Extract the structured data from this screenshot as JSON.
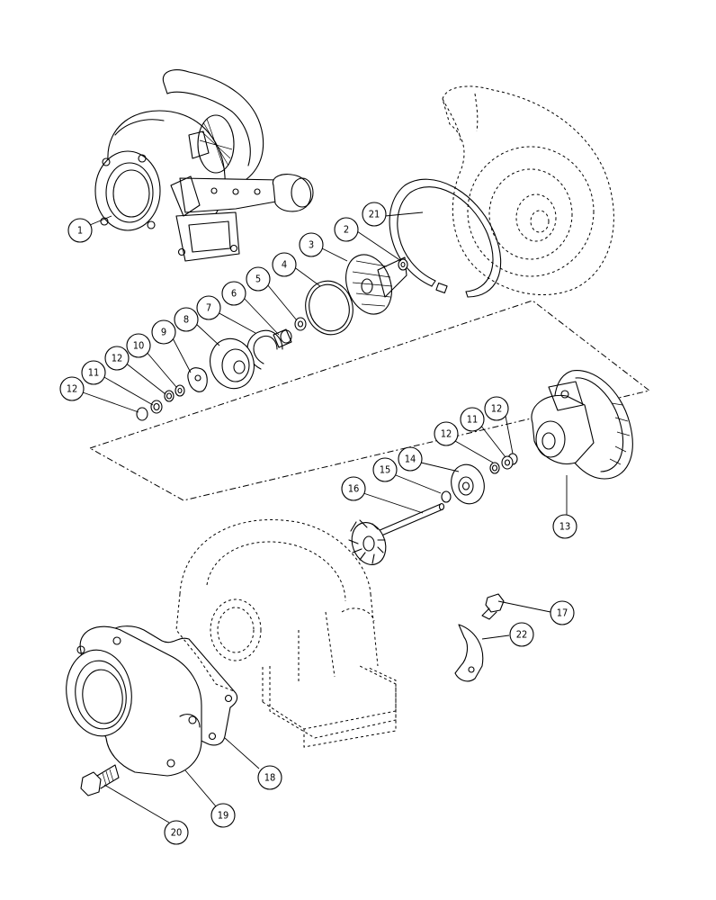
{
  "callouts": [
    {
      "id": "c1",
      "label": "1"
    },
    {
      "id": "c2",
      "label": "2"
    },
    {
      "id": "c3",
      "label": "3"
    },
    {
      "id": "c4",
      "label": "4"
    },
    {
      "id": "c5",
      "label": "5"
    },
    {
      "id": "c6",
      "label": "6"
    },
    {
      "id": "c7",
      "label": "7"
    },
    {
      "id": "c8",
      "label": "8"
    },
    {
      "id": "c9",
      "label": "9"
    },
    {
      "id": "c10",
      "label": "10"
    },
    {
      "id": "c11a",
      "label": "11"
    },
    {
      "id": "c12a",
      "label": "12"
    },
    {
      "id": "c12b",
      "label": "12"
    },
    {
      "id": "c21",
      "label": "21"
    },
    {
      "id": "c12c",
      "label": "12"
    },
    {
      "id": "c11b",
      "label": "11"
    },
    {
      "id": "c12d",
      "label": "12"
    },
    {
      "id": "c14",
      "label": "14"
    },
    {
      "id": "c15",
      "label": "15"
    },
    {
      "id": "c16",
      "label": "16"
    },
    {
      "id": "c13",
      "label": "13"
    },
    {
      "id": "c17",
      "label": "17"
    },
    {
      "id": "c22",
      "label": "22"
    },
    {
      "id": "c18",
      "label": "18"
    },
    {
      "id": "c19",
      "label": "19"
    },
    {
      "id": "c20",
      "label": "20"
    }
  ]
}
